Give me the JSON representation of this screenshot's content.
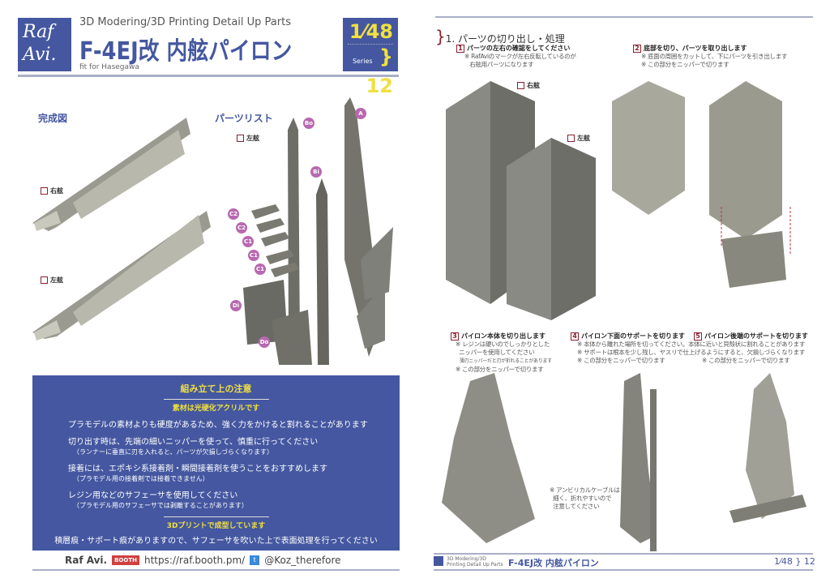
{
  "left": {
    "logo": "Raf Avi.",
    "subtitle": "3D Modering/3D Printing Detail Up Parts",
    "title": "F-4EJ改 内舷パイロン",
    "fit": "fit for Hasegawa",
    "scale": "1⁄48",
    "series_label": "Series",
    "series_no": "12",
    "completed_label": "完成図",
    "right_label": "右舷",
    "left_label": "左舷",
    "parts_label": "パーツリスト",
    "parts_left_label": "左舷",
    "parts": [
      "A",
      "Bo",
      "Bi",
      "C2",
      "C2",
      "C1",
      "C1",
      "C1",
      "Di",
      "Do"
    ],
    "notice": {
      "title": "組み立て上の注意",
      "material_head": "素材は光硬化アクリルです",
      "lines": [
        {
          "text": "プラモデルの素材よりも硬度があるため、強く力をかけると割れることがあります",
          "note": ""
        },
        {
          "text": "切り出す時は、先端の細いニッパーを使って、慎重に行ってください",
          "note": "（ランナーに垂直に刃を入れると、パーツが欠損しづらくなります）"
        },
        {
          "text": "接着には、エポキシ系接着剤・瞬間接着剤を使うことをおすすめします",
          "note": "（プラモデル用の接着剤では接着できません）"
        },
        {
          "text": "レジン用などのサフェーサを使用してください",
          "note": "（プラモデル用のサフェーサでは剥離することがあります）"
        }
      ],
      "print_head": "3Dプリントで成型しています",
      "print_text": "積層痕・サポート痕がありますので、サフェーサを吹いた上で表面処理を行ってください"
    },
    "footer": {
      "brand": "Raf Avi.",
      "booth": "BOOTH",
      "url": "https://raf.booth.pm/",
      "twitter": "@Koz_therefore"
    }
  },
  "right": {
    "section": "1. パーツの切り出し・処理",
    "steps": [
      {
        "n": "1",
        "title": "パーツの左右の確認をしてください",
        "notes": [
          "※ RafAviのマークが左右反転しているのが",
          "右舷用パーツになります"
        ],
        "right_label": "右舷",
        "left_label": "左舷"
      },
      {
        "n": "2",
        "title": "底部を切り、パーツを取り出します",
        "notes": [
          "※ 底面の周囲をカットして、下にパーツを引き出します",
          "※ この部分をニッパーで切ります"
        ]
      },
      {
        "n": "3",
        "title": "パイロン本体を切り出します",
        "notes": [
          "※ レジンは硬いのでしっかりとした",
          "ニッパーを使用してください",
          "薄刃ニッパーだと刃が折れることがあります",
          "※ この部分をニッパーで切ります"
        ]
      },
      {
        "n": "4",
        "title": "パイロン下面のサポートを切ります",
        "notes": [
          "※ 本体から離れた場所を切ってください。本体に近いと貝殻状に割れることがあります",
          "※ サポートは根本を少し残し、ヤスリで仕上げるようにすると、欠損しづらくなります",
          "※ この部分をニッパーで切ります"
        ]
      },
      {
        "n": "5",
        "title": "パイロン後端のサポートを切ります",
        "notes": [
          "※ この部分をニッパーで切ります"
        ]
      }
    ],
    "cable_note": [
      "※ アンビリカルケーブルは",
      "細く、折れやすいので",
      "注意してください"
    ],
    "footer": {
      "subtitle": "3D Modering/3D Printing Detail Up Parts",
      "title": "F-4EJ改 内舷パイロン",
      "scale": "1⁄48",
      "series_no": "12"
    }
  },
  "colors": {
    "brand_blue": "#4457a0",
    "accent_yellow": "#f0e040",
    "badge_purple": "#b868b0",
    "mark_red": "#8a2030",
    "part_gray": "#777770"
  }
}
